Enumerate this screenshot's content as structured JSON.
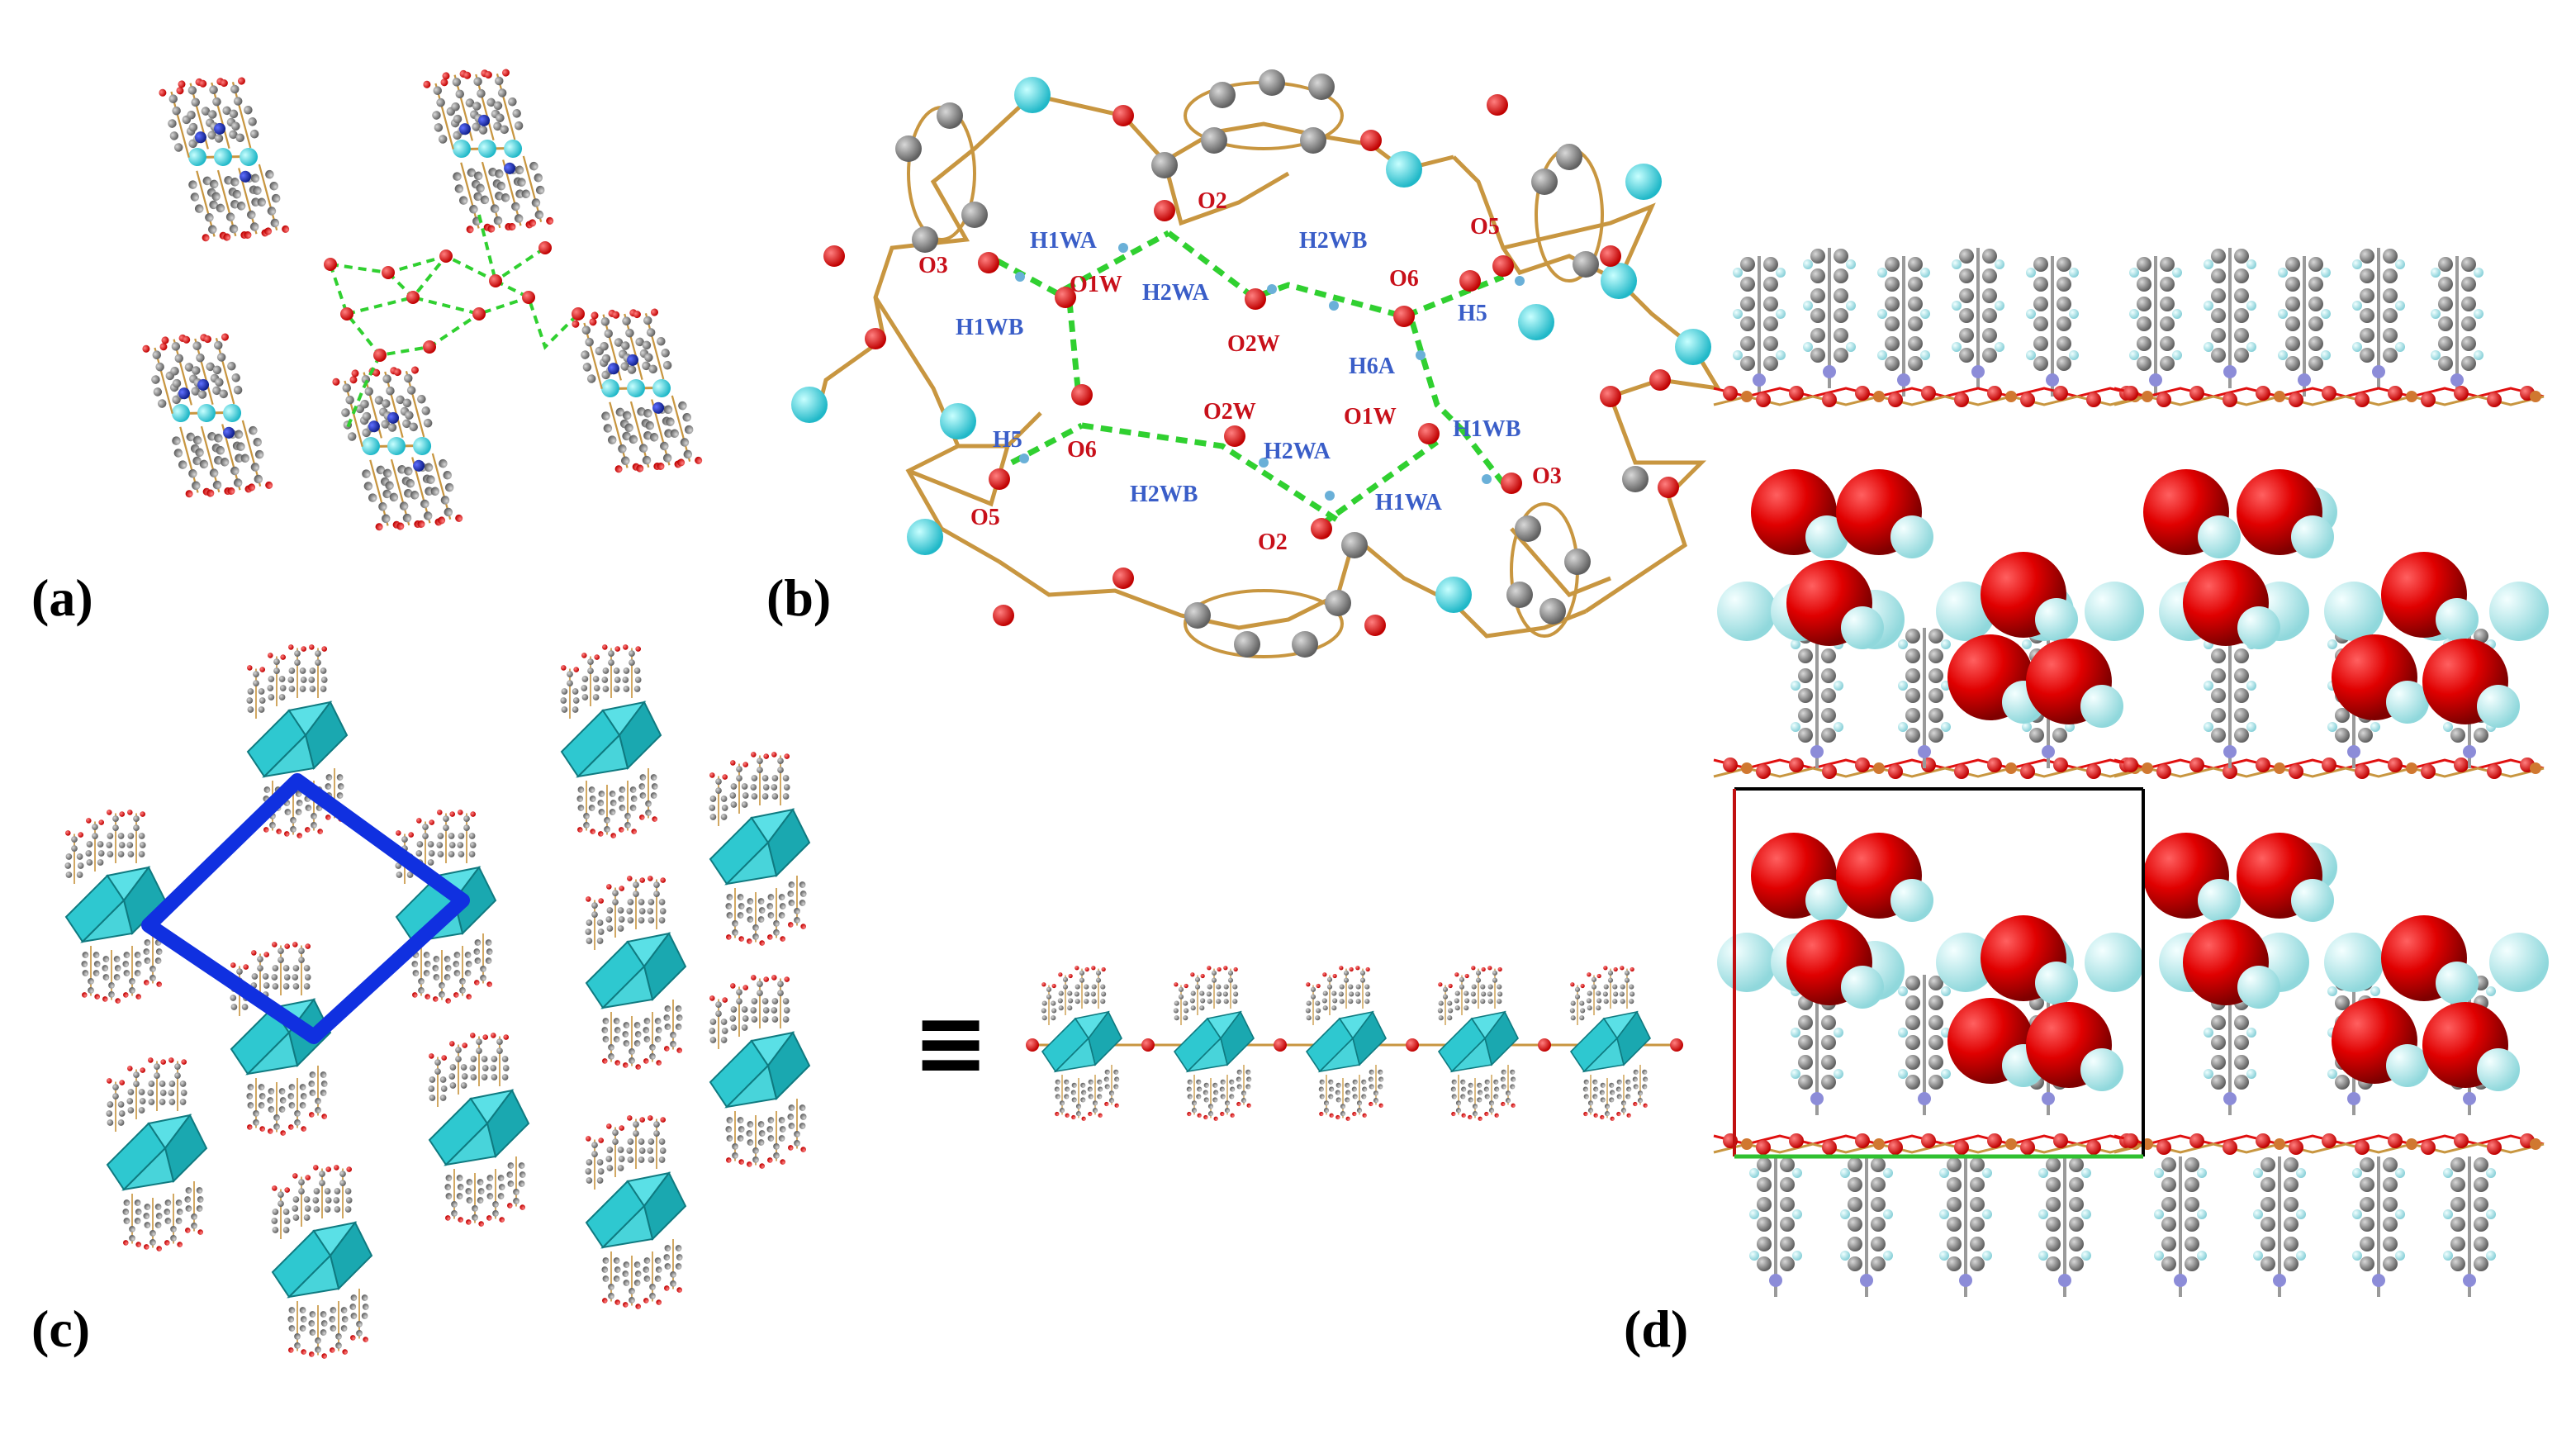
{
  "panels": {
    "a": {
      "label": "(a)"
    },
    "b": {
      "label": "(b)",
      "atom_labels": [
        {
          "text": "O2",
          "color": "red"
        },
        {
          "text": "H1WA",
          "color": "blue"
        },
        {
          "text": "H2WB",
          "color": "blue"
        },
        {
          "text": "O5",
          "color": "red"
        },
        {
          "text": "O3",
          "color": "red"
        },
        {
          "text": "O6",
          "color": "red"
        },
        {
          "text": "H1WB",
          "color": "blue"
        },
        {
          "text": "H2WA",
          "color": "blue"
        },
        {
          "text": "O1W",
          "color": "red"
        },
        {
          "text": "O2W",
          "color": "red"
        },
        {
          "text": "H5",
          "color": "blue"
        },
        {
          "text": "H6A",
          "color": "blue"
        },
        {
          "text": "O2W",
          "color": "red"
        },
        {
          "text": "O1W",
          "color": "red"
        },
        {
          "text": "H1WB",
          "color": "blue"
        },
        {
          "text": "H5",
          "color": "blue"
        },
        {
          "text": "O6",
          "color": "red"
        },
        {
          "text": "H2WA",
          "color": "blue"
        },
        {
          "text": "H2WB",
          "color": "blue"
        },
        {
          "text": "O3",
          "color": "red"
        },
        {
          "text": "H1WA",
          "color": "blue"
        },
        {
          "text": "O5",
          "color": "red"
        },
        {
          "text": "O2",
          "color": "red"
        }
      ]
    },
    "c": {
      "label": "(c)",
      "equivalence_symbol": "≡"
    },
    "d": {
      "label": "(d)"
    }
  },
  "colors": {
    "metal": "#38d8e0",
    "oxygen": "#e01010",
    "carbon": "#808080",
    "nitrogen": "#1c2cc8",
    "hydrogen": "#b8f0f0",
    "bond": "#c89640",
    "hbond": "#30d030",
    "unit_cell": "#1030e0",
    "polyhedron": "#2ec8d0"
  }
}
